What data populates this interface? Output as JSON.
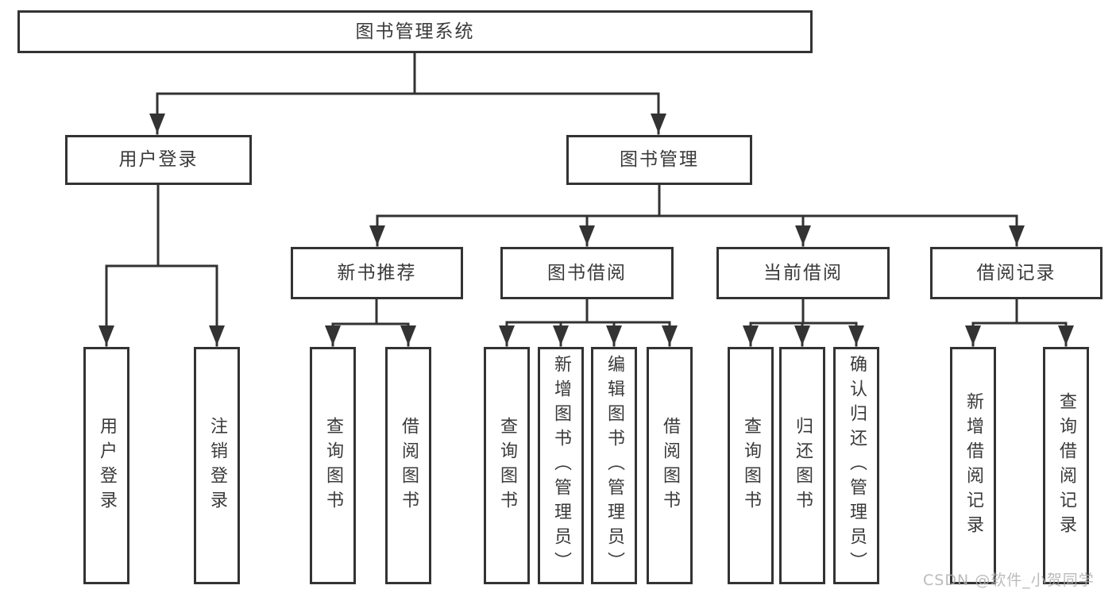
{
  "tree": {
    "root": {
      "label": "图书管理系统"
    },
    "branches": [
      {
        "label": "用户登录",
        "children": [
          {
            "label": "用户登录"
          },
          {
            "label": "注销登录"
          }
        ]
      },
      {
        "label": "图书管理",
        "children": [
          {
            "label": "新书推荐",
            "children": [
              {
                "label": "查询图书"
              },
              {
                "label": "借阅图书"
              }
            ]
          },
          {
            "label": "图书借阅",
            "children": [
              {
                "label": "查询图书"
              },
              {
                "label": "新增图书（管理员）"
              },
              {
                "label": "编辑图书（管理员）"
              },
              {
                "label": "借阅图书"
              }
            ]
          },
          {
            "label": "当前借阅",
            "children": [
              {
                "label": "查询图书"
              },
              {
                "label": "归还图书"
              },
              {
                "label": "确认归还（管理员）"
              }
            ]
          },
          {
            "label": "借阅记录",
            "children": [
              {
                "label": "新增借阅记录"
              },
              {
                "label": "查询借阅记录"
              }
            ]
          }
        ]
      }
    ]
  },
  "watermark": {
    "text": "CSDN @软件_小贺同学"
  },
  "colors": {
    "line": "#333333",
    "text": "#3a3a3a",
    "watermark": "#afafaf",
    "background": "#ffffff"
  }
}
